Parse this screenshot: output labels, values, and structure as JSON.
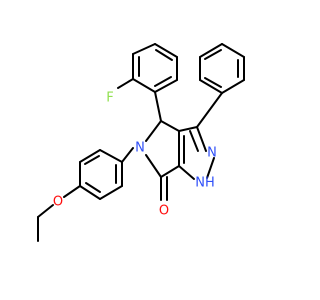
{
  "molecule": {
    "atoms": {
      "F": {
        "text": "F",
        "color": "#90e050"
      },
      "N_amide": {
        "text": "N",
        "color": "#3050f8"
      },
      "N_pyrazole": {
        "text": "N",
        "color": "#3050f8"
      },
      "NH": {
        "text": "NH",
        "color": "#3050f8"
      },
      "O_carbonyl": {
        "text": "O",
        "color": "#ff0d0d"
      },
      "O_ether": {
        "text": "O",
        "color": "#ff0d0d"
      }
    }
  }
}
